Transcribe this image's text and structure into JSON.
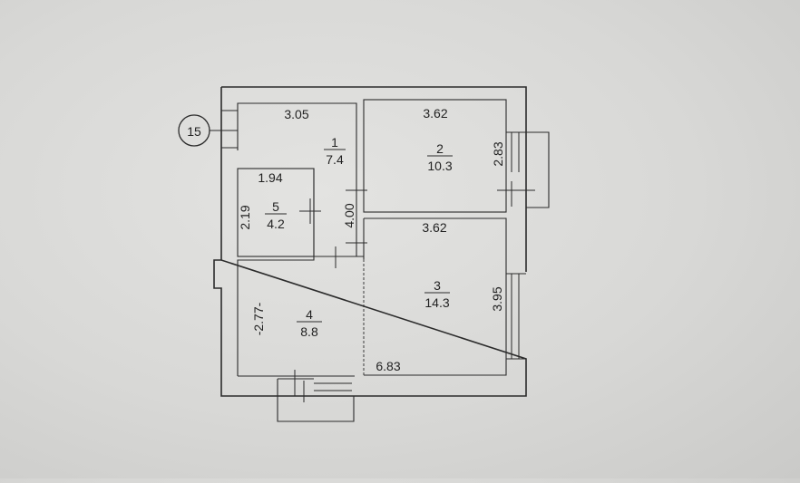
{
  "plan": {
    "apartment_number": "15",
    "rooms": [
      {
        "number": "1",
        "area": "7.4"
      },
      {
        "number": "2",
        "area": "10.3"
      },
      {
        "number": "3",
        "area": "14.3"
      },
      {
        "number": "4",
        "area": "8.8"
      },
      {
        "number": "5",
        "area": "4.2"
      }
    ],
    "dimensions": {
      "room1_width": "3.05",
      "room1_depth": "4.00",
      "room2_width": "3.62",
      "room2_depth": "2.83",
      "room3_width": "3.62",
      "room3_depth": "3.95",
      "room4_depth": "-2.77-",
      "room5_width": "1.94",
      "room5_depth": "2.19",
      "total_width": "6.83"
    }
  }
}
